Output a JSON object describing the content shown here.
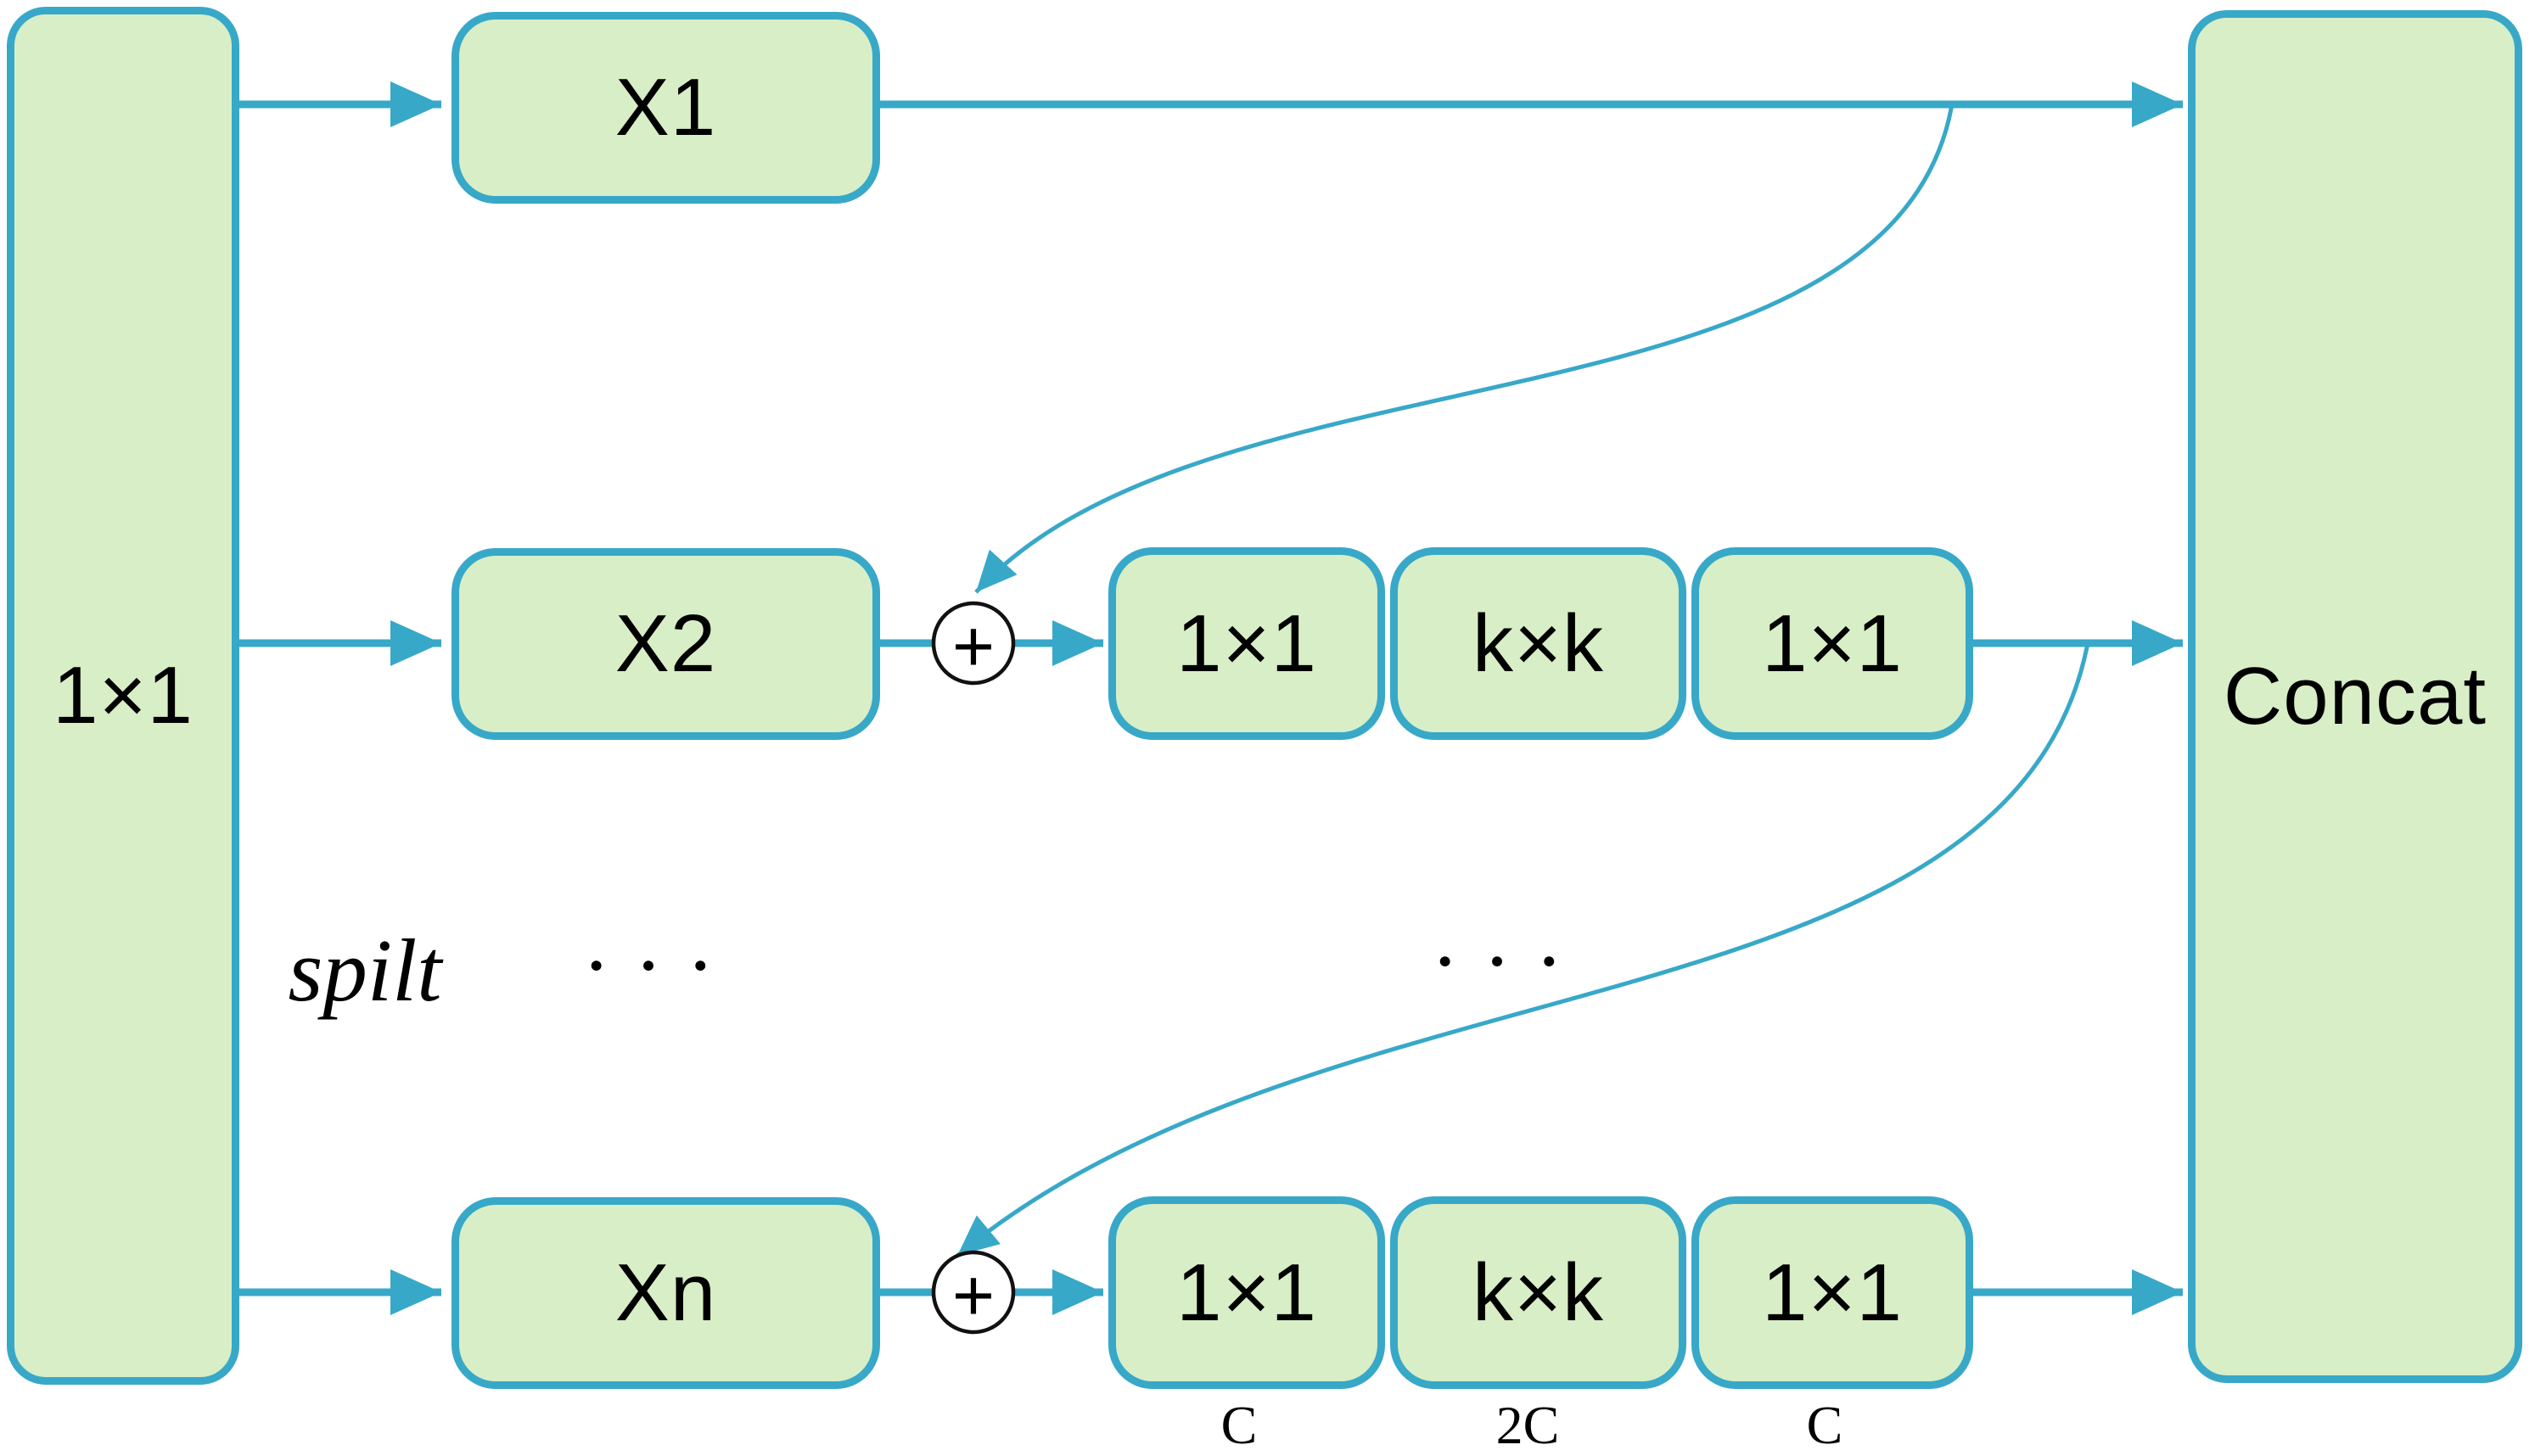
{
  "diagram": {
    "input_box": {
      "label": "1×1"
    },
    "concat_box": {
      "label": "Concat"
    },
    "branches": {
      "x1": {
        "label": "X1"
      },
      "x2": {
        "label": "X2"
      },
      "xn": {
        "label": "Xn"
      }
    },
    "row2_convs": [
      "1×1",
      "k×k",
      "1×1"
    ],
    "row3_convs": [
      "1×1",
      "k×k",
      "1×1"
    ],
    "row3_channels": [
      "C",
      "2C",
      "C"
    ],
    "split_label": "spilt",
    "ellipsis_left": "···",
    "ellipsis_right": "···",
    "add_symbol": "+",
    "colors": {
      "box_fill": "#d8eec6",
      "box_border": "#38a8c8",
      "arrow": "#38a8c8",
      "text": "#000000",
      "add_circle_stroke": "#111111",
      "background": "#ffffff"
    }
  }
}
